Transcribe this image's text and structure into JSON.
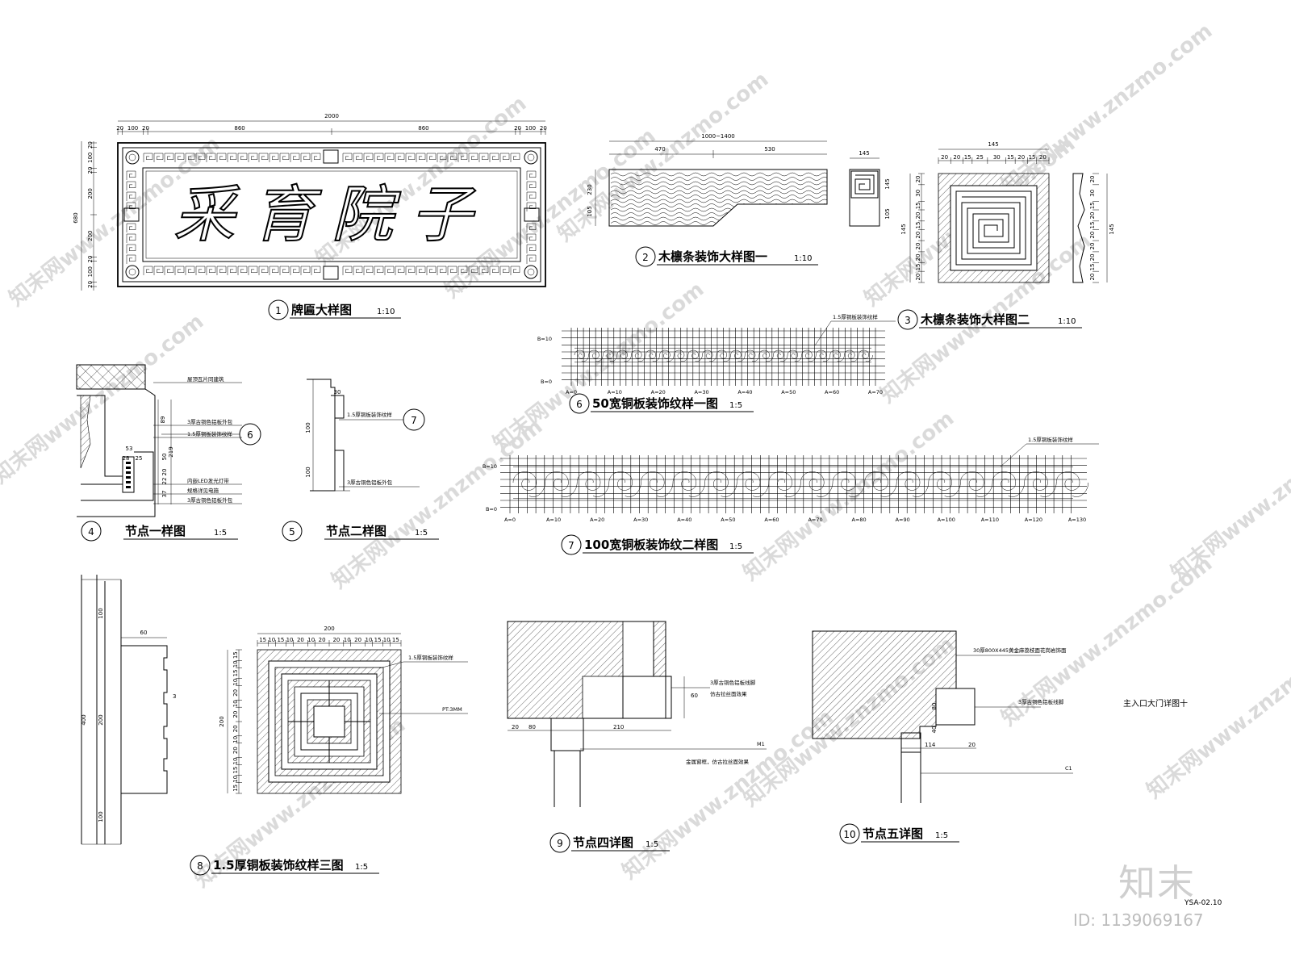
{
  "drawing": {
    "sheet_title": "主入口大门详图十",
    "drawing_code": "YSA-02.10",
    "brand": "知末",
    "image_id": "ID: 1139069167",
    "watermark_text": "知末网www.znzmo.com"
  },
  "details": [
    {
      "num": "1",
      "title": "牌匾大样图",
      "scale": "1:10"
    },
    {
      "num": "2",
      "title": "木檩条装饰大样图一",
      "scale": "1:10"
    },
    {
      "num": "3",
      "title": "木檩条装饰大样图二",
      "scale": "1:10"
    },
    {
      "num": "4",
      "title": "节点一样图",
      "scale": "1:5"
    },
    {
      "num": "5",
      "title": "节点二样图",
      "scale": "1:5"
    },
    {
      "num": "6",
      "title": "50宽铜板装饰纹样一图",
      "scale": "1:5"
    },
    {
      "num": "7",
      "title": "100宽铜板装饰纹二样图",
      "scale": "1:5"
    },
    {
      "num": "8",
      "title": "1.5厚铜板装饰纹样三图",
      "scale": "1:5"
    },
    {
      "num": "9",
      "title": "节点四详图",
      "scale": "1:5"
    },
    {
      "num": "10",
      "title": "节点五详图",
      "scale": "1:5"
    }
  ],
  "plaque": {
    "characters": "采育院子",
    "top_dims": [
      "20",
      "100",
      "20",
      "860",
      "860",
      "20",
      "100",
      "20"
    ],
    "overall_width": "2000",
    "side_dims": [
      "20",
      "100",
      "20",
      "200",
      "200",
      "20",
      "100",
      "20"
    ],
    "overall_height": "680"
  },
  "purlin1": {
    "overall": "1000~1400",
    "dims": [
      "470",
      "530"
    ],
    "height_dims": [
      "230",
      "105"
    ],
    "section_width": "145",
    "section_heights": [
      "145",
      "105"
    ]
  },
  "purlin2": {
    "width": "145",
    "top_dims": [
      "20",
      "20",
      "15",
      "25",
      "30",
      "15",
      "20",
      "15",
      "20"
    ],
    "side_dims": [
      "20",
      "30",
      "15",
      "20",
      "15",
      "20",
      "20",
      "20",
      "15",
      "20"
    ],
    "height": "145",
    "profile_height": "145"
  },
  "pattern50": {
    "note": "1.5厚铜板装饰纹样",
    "b_labels": [
      "B=10",
      "B=0"
    ],
    "a_labels": [
      "A=0",
      "A=10",
      "A=20",
      "A=30",
      "A=40",
      "A=50",
      "A=60",
      "A=70"
    ]
  },
  "pattern100": {
    "note": "1.5厚铜板装饰纹样",
    "b_labels": [
      "B=10",
      "B=0"
    ],
    "a_labels": [
      "A=0",
      "A=10",
      "A=20",
      "A=30",
      "A=40",
      "A=50",
      "A=60",
      "A=70",
      "A=80",
      "A=90",
      "A=100",
      "A=110",
      "A=120",
      "A=130"
    ]
  },
  "node1": {
    "notes": [
      "屋顶瓦片同建筑",
      "3厚古铜色铝板外包",
      "1.5厚铜板装饰纹样",
      "内嵌LED发光灯带",
      "规格详见电施",
      "3厚古铜色铝板外包"
    ],
    "dims": [
      "89",
      "53",
      "28",
      "25",
      "50",
      "20",
      "22",
      "37",
      "219"
    ],
    "callout": "6"
  },
  "node2": {
    "notes": [
      "1.5厚铜板装饰纹样",
      "3厚古铜色铝板外包"
    ],
    "dims": [
      "30",
      "100",
      "100"
    ],
    "callout": "7"
  },
  "pattern3": {
    "notes": [
      "1.5厚铜板装饰纹样",
      "PT:3MM"
    ],
    "width": "200",
    "height": "200",
    "top_dims": [
      "15",
      "10",
      "15",
      "10",
      "20",
      "10",
      "20",
      "20",
      "10",
      "20",
      "10",
      "15",
      "10",
      "15"
    ]
  },
  "node3": {
    "dims": [
      "100",
      "60",
      "400",
      "200",
      "100",
      "3"
    ]
  },
  "node4": {
    "notes": [
      "3厚古铜色铝板线脚",
      "仿古拉丝面效果",
      "M1",
      "金属窗框，仿古拉丝面效果"
    ],
    "dims": [
      "20",
      "80",
      "210",
      "60",
      "80"
    ]
  },
  "node5": {
    "notes": [
      "30厚800X445黄金麻荔枝面花岗岩饰面",
      "3厚古铜色铝板线脚",
      "C1"
    ],
    "dims": [
      "80",
      "40",
      "114",
      "20"
    ]
  }
}
